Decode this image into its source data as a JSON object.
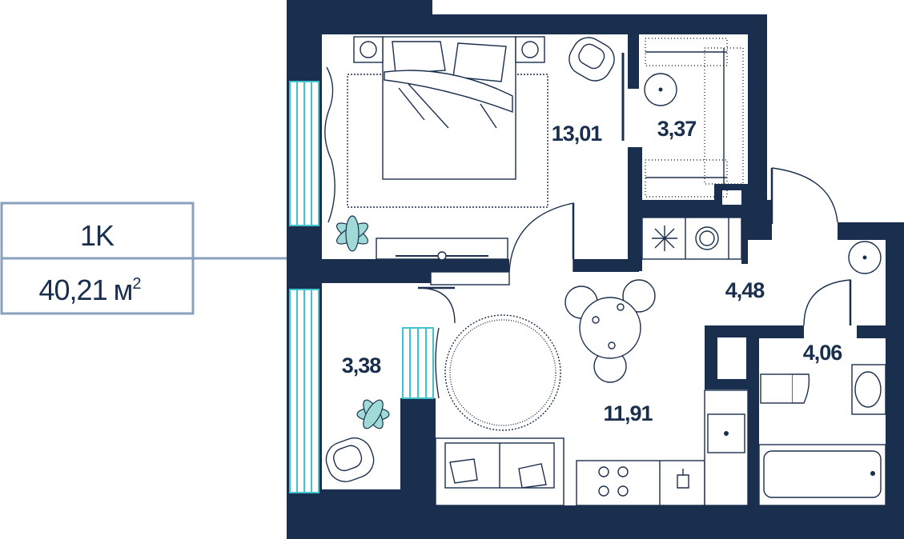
{
  "unit_type": "1K",
  "total_area": {
    "value": "40,21",
    "unit": "м",
    "sup": "2"
  },
  "rooms": {
    "bedroom": "13,01",
    "wardrobe": "3,37",
    "hall": "4,48",
    "bathroom": "4,06",
    "balcony": "3,38",
    "living": "11,91"
  },
  "colors": {
    "wall": "#1a2f4d",
    "frame": "#8aa0bd",
    "window": "#3ec3cf",
    "plant": "#9fdad6"
  }
}
